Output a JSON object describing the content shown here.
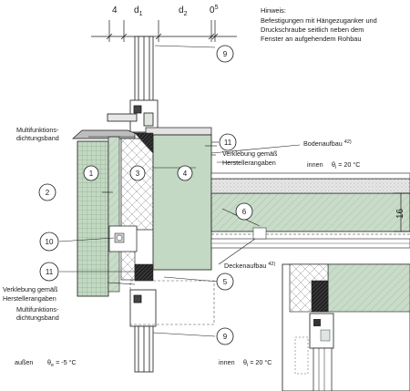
{
  "dimensions": {
    "d1": "d",
    "d1_sub": "1",
    "d2": "d",
    "d2_sub": "2",
    "left": "4",
    "right": "0",
    "right_sup": "5",
    "floor_thickness": "16"
  },
  "note": {
    "title": "Hinweis:",
    "lines": [
      "Befestigungen mit Hängezuganker und",
      "Druckschraube seitlich neben dem",
      "Fenster an aufgehendem Rohbau"
    ]
  },
  "labels": {
    "multi_top_1": "Multifunktions-",
    "multi_top_2": "dichtungsband",
    "verklebung_top_1": "Verklebung gemäß",
    "verklebung_top_2": "Herstellerangaben",
    "verklebung_bottom_1": "Verklebung gemäß",
    "verklebung_bottom_2": "Herstellerangaben",
    "multi_bottom_1": "Multifunktions-",
    "multi_bottom_2": "dichtungsband",
    "bodenaufbau": "Bodenaufbau",
    "deckenaufbau": "Deckenaufbau",
    "footnote_ref": "42)",
    "innen_top": "innen",
    "theta_i_top": "θ",
    "theta_i_top_sub": "i",
    "temp_i_top": "= 20 °C",
    "aussen": "außen",
    "theta_e": "θ",
    "theta_e_sub": "e",
    "temp_e": "=  -5 °C",
    "innen_bottom": "innen",
    "theta_i_bottom": "θ",
    "theta_i_bottom_sub": "i",
    "temp_i_bottom": "= 20 °C"
  },
  "callouts": [
    "1",
    "2",
    "3",
    "4",
    "5",
    "6",
    "9",
    "9",
    "10",
    "11",
    "11"
  ],
  "colors": {
    "concrete": "#c8dcc8",
    "masonry": "#b7cfb7",
    "hatch": "#6c8a6c",
    "line": "#1a1a1a"
  }
}
